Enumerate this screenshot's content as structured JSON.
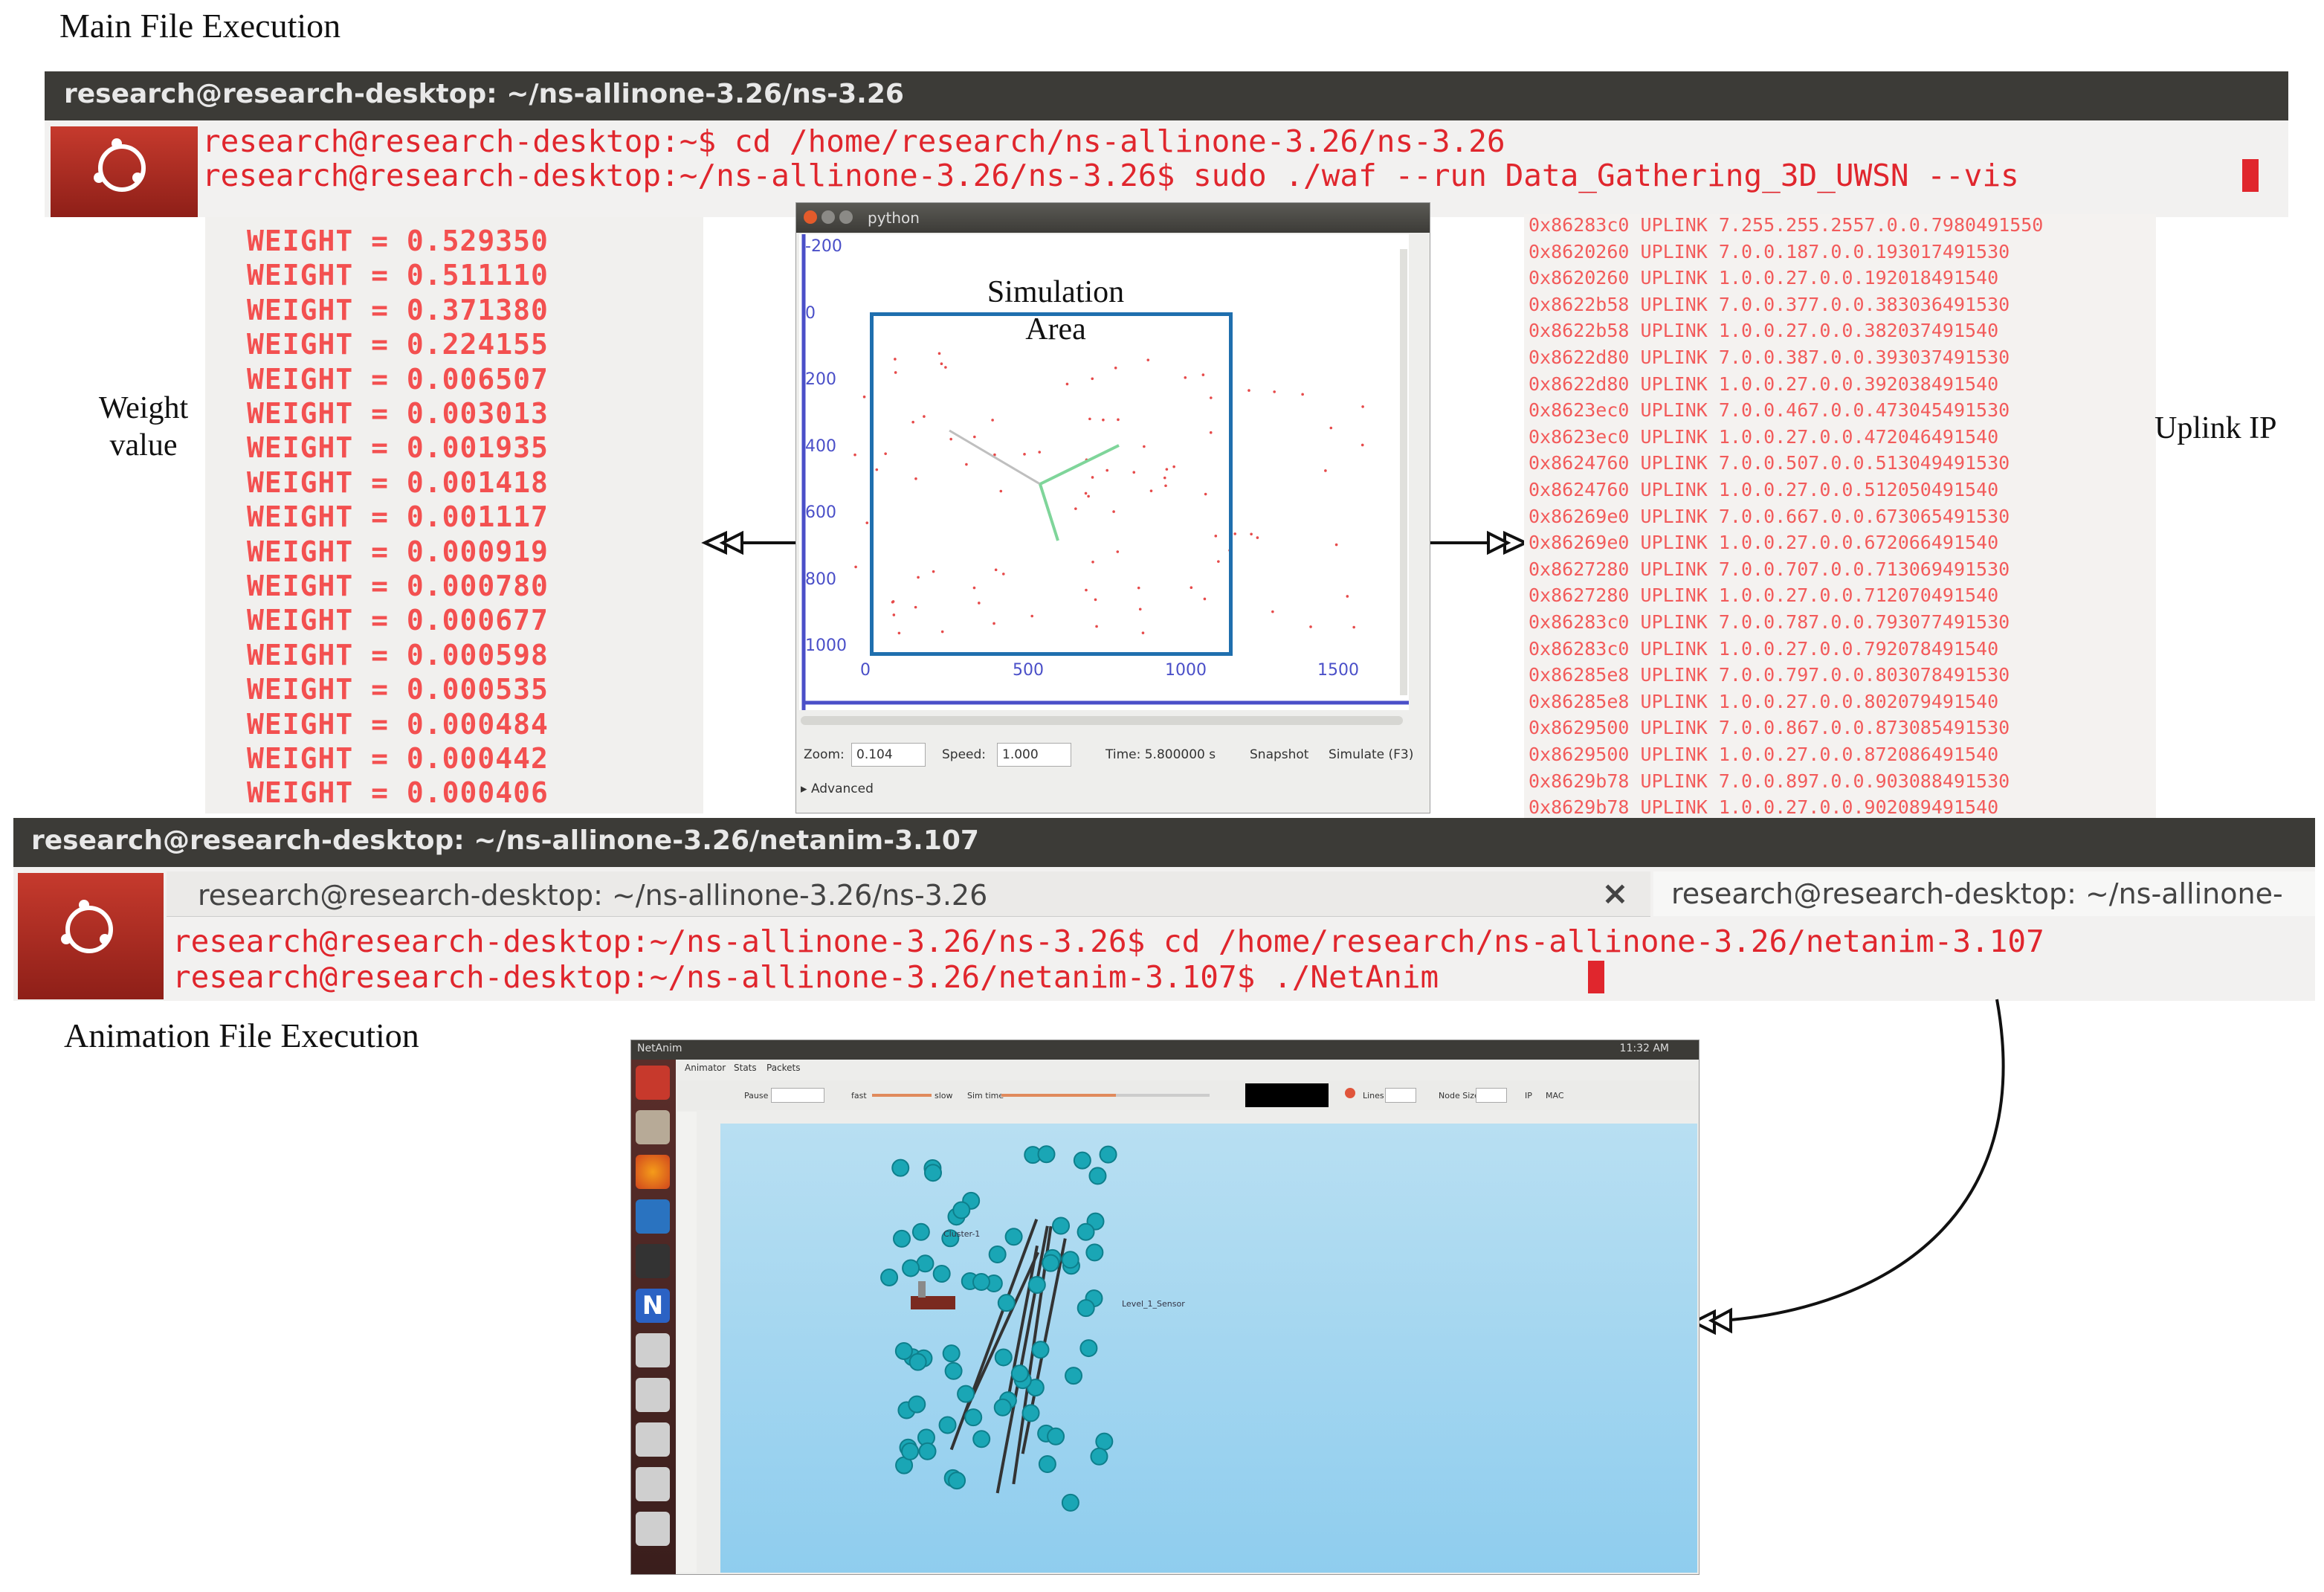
{
  "labels": {
    "main_exec": "Main File Execution",
    "anim_exec": "Animation File Execution",
    "weight_value": [
      "Weight",
      "value"
    ],
    "uplink_ip": "Uplink IP",
    "sim_area": [
      "Simulation",
      "Area"
    ]
  },
  "terminal1": {
    "title": "research@research-desktop: ~/ns-allinone-3.26/ns-3.26",
    "lines": [
      "research@research-desktop:~$ cd /home/research/ns-allinone-3.26/ns-3.26",
      "research@research-desktop:~/ns-allinone-3.26/ns-3.26$ sudo ./waf --run Data_Gathering_3D_UWSN --vis"
    ]
  },
  "weights": [
    "WEIGHT = 0.529350",
    "WEIGHT = 0.511110",
    "WEIGHT = 0.371380",
    "WEIGHT = 0.224155",
    "WEIGHT = 0.006507",
    "WEIGHT = 0.003013",
    "WEIGHT = 0.001935",
    "WEIGHT = 0.001418",
    "WEIGHT = 0.001117",
    "WEIGHT = 0.000919",
    "WEIGHT = 0.000780",
    "WEIGHT = 0.000677",
    "WEIGHT = 0.000598",
    "WEIGHT = 0.000535",
    "WEIGHT = 0.000484",
    "WEIGHT = 0.000442",
    "WEIGHT = 0.000406"
  ],
  "uplinks": [
    "0x86283c0 UPLINK 7.255.255.2557.0.0.7980491550",
    "0x8620260 UPLINK 7.0.0.187.0.0.193017491530",
    "0x8620260 UPLINK 1.0.0.27.0.0.192018491540",
    "0x8622b58 UPLINK 7.0.0.377.0.0.383036491530",
    "0x8622b58 UPLINK 1.0.0.27.0.0.382037491540",
    "0x8622d80 UPLINK 7.0.0.387.0.0.393037491530",
    "0x8622d80 UPLINK 1.0.0.27.0.0.392038491540",
    "0x8623ec0 UPLINK 7.0.0.467.0.0.473045491530",
    "0x8623ec0 UPLINK 1.0.0.27.0.0.472046491540",
    "0x8624760 UPLINK 7.0.0.507.0.0.513049491530",
    "0x8624760 UPLINK 1.0.0.27.0.0.512050491540",
    "0x86269e0 UPLINK 7.0.0.667.0.0.673065491530",
    "0x86269e0 UPLINK 1.0.0.27.0.0.672066491540",
    "0x8627280 UPLINK 7.0.0.707.0.0.713069491530",
    "0x8627280 UPLINK 1.0.0.27.0.0.712070491540",
    "0x86283c0 UPLINK 7.0.0.787.0.0.793077491530",
    "0x86283c0 UPLINK 1.0.0.27.0.0.792078491540",
    "0x86285e8 UPLINK 7.0.0.797.0.0.803078491530",
    "0x86285e8 UPLINK 1.0.0.27.0.0.802079491540",
    "0x8629500 UPLINK 7.0.0.867.0.0.873085491530",
    "0x8629500 UPLINK 1.0.0.27.0.0.872086491540",
    "0x8629b78 UPLINK 7.0.0.897.0.0.903088491530",
    "0x8629b78 UPLINK 1.0.0.27.0.0.902089491540"
  ],
  "sim_window": {
    "title": "python",
    "y_ticks": [
      "-200",
      "0",
      "200",
      "400",
      "600",
      "800",
      "1000"
    ],
    "x_ticks": [
      "0",
      "500",
      "1000",
      "1500"
    ],
    "zoom_label": "Zoom:",
    "zoom_value": "0.104",
    "speed_label": "Speed:",
    "speed_value": "1.000",
    "time_text": "Time: 5.800000 s",
    "snapshot_label": "Snapshot",
    "simulate_label": "Simulate (F3)",
    "advanced_label": "Advanced"
  },
  "terminal2": {
    "title": "research@research-desktop: ~/ns-allinone-3.26/netanim-3.107",
    "tab1": "research@research-desktop: ~/ns-allinone-3.26/ns-3.26",
    "tab2": "research@research-desktop: ~/ns-allinone-",
    "lines": [
      "research@research-desktop:~/ns-allinone-3.26/ns-3.26$ cd /home/research/ns-allinone-3.26/netanim-3.107",
      "research@research-desktop:~/ns-allinone-3.26/netanim-3.107$ ./NetAnim"
    ]
  },
  "netanim": {
    "title": "NetAnim",
    "tabs": [
      "Animator",
      "Stats",
      "Packets"
    ],
    "pause_label": "Pause At",
    "fast_label": "fast",
    "slow_label": "slow",
    "sim_time_label": "Sim time",
    "lines_label": "Lines",
    "node_size_label": "Node Size",
    "ip_label": "IP",
    "mac_label": "MAC",
    "clock": "11:32 AM",
    "cluster_label": "Cluster-1",
    "sensor_label": "Level_1_Sensor"
  },
  "colors": {
    "terminal_red": "#e0262d",
    "terminal_bg": "#f2f1f0",
    "titlebar": "#3c3b37",
    "sim_frame": "#1f6fae",
    "node": "#1aa6b5"
  }
}
